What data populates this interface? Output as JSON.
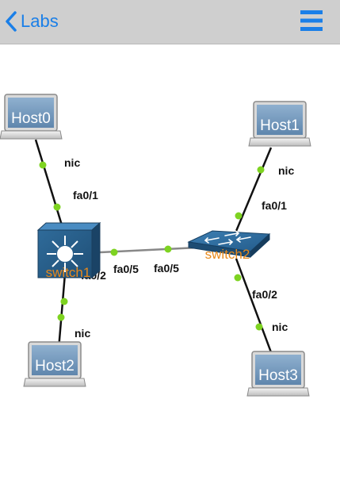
{
  "header": {
    "back_label": "Labs",
    "icons": {
      "back": "chevron-left-icon",
      "menu": "hamburger-menu-icon"
    }
  },
  "colors": {
    "accent": "#1a7fe8",
    "header_bg": "#cfcfcf",
    "port_dot": "#7ed321",
    "switch_label": "#e8891a",
    "host_label": "#ffffff"
  },
  "topology": {
    "hosts": [
      {
        "id": "host0",
        "label": "Host0",
        "port": "nic"
      },
      {
        "id": "host1",
        "label": "Host1",
        "port": "nic"
      },
      {
        "id": "host2",
        "label": "Host2",
        "port": "nic"
      },
      {
        "id": "host3",
        "label": "Host3",
        "port": "nic"
      }
    ],
    "switches": [
      {
        "id": "switch1",
        "label": "switch1"
      },
      {
        "id": "switch2",
        "label": "switch2"
      }
    ],
    "links": [
      {
        "a": "Host0",
        "a_port": "nic",
        "b": "switch1",
        "b_port": "fa0/1"
      },
      {
        "a": "Host2",
        "a_port": "nic",
        "b": "switch1",
        "b_port": "fa0/2"
      },
      {
        "a": "switch1",
        "a_port": "fa0/5",
        "b": "switch2",
        "b_port": "fa0/5"
      },
      {
        "a": "Host1",
        "a_port": "nic",
        "b": "switch2",
        "b_port": "fa0/1"
      },
      {
        "a": "Host3",
        "a_port": "nic",
        "b": "switch2",
        "b_port": "fa0/2"
      }
    ]
  }
}
